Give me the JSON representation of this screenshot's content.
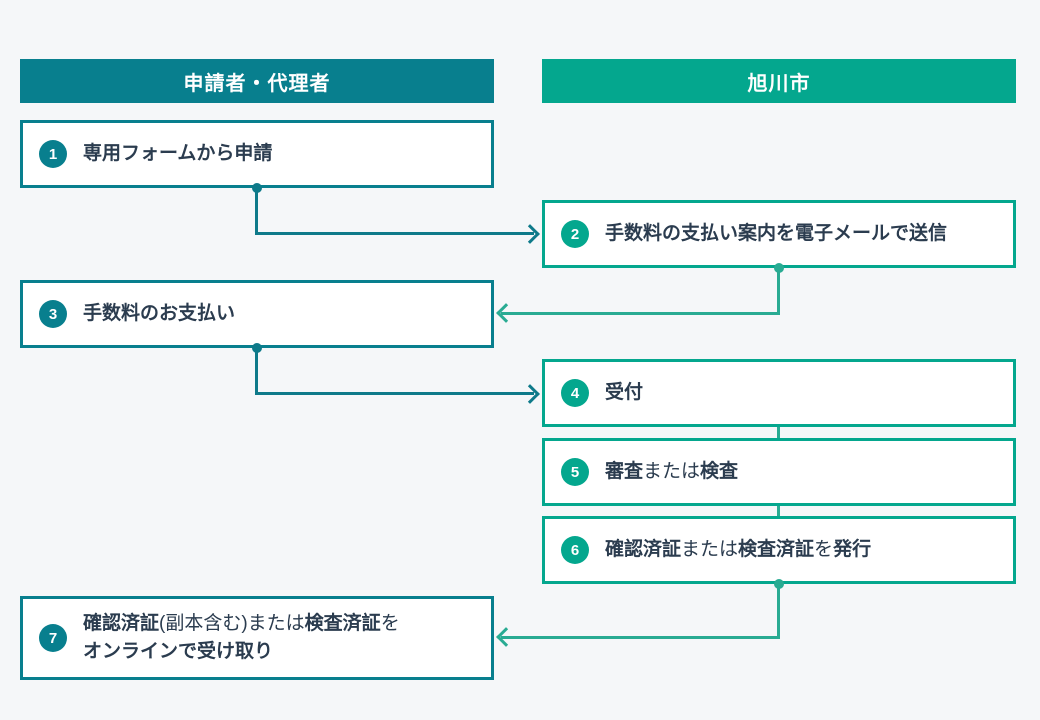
{
  "colors": {
    "background": "#f5f7f9",
    "applicant_teal": "#087f8e",
    "city_green": "#04a78e",
    "teal_line": "#0e7a8a",
    "green_line": "#29ab93",
    "text": "#2b3c4f",
    "box_background": "#ffffff"
  },
  "headers": {
    "applicant": "申請者・代理者",
    "city": "旭川市"
  },
  "steps": [
    {
      "number": "1",
      "column": "applicant",
      "segments": [
        {
          "text": "専用フォームから申請",
          "bold": true
        }
      ]
    },
    {
      "number": "2",
      "column": "city",
      "segments": [
        {
          "text": "手数料の支払い案内を電子メールで送信",
          "bold": true
        }
      ]
    },
    {
      "number": "3",
      "column": "applicant",
      "segments": [
        {
          "text": "手数料のお支払い",
          "bold": true
        }
      ]
    },
    {
      "number": "4",
      "column": "city",
      "segments": [
        {
          "text": "受付",
          "bold": true
        }
      ]
    },
    {
      "number": "5",
      "column": "city",
      "segments": [
        {
          "text": "審査",
          "bold": true
        },
        {
          "text": "または",
          "bold": false
        },
        {
          "text": "検査",
          "bold": true
        }
      ]
    },
    {
      "number": "6",
      "column": "city",
      "segments": [
        {
          "text": "確認済証",
          "bold": true
        },
        {
          "text": "または",
          "bold": false
        },
        {
          "text": "検査済証",
          "bold": true
        },
        {
          "text": "を",
          "bold": false
        },
        {
          "text": "発行",
          "bold": true
        }
      ]
    },
    {
      "number": "7",
      "column": "applicant",
      "segments": [
        {
          "text": "確認済証",
          "bold": true
        },
        {
          "text": "(副本含む)または",
          "bold": false
        },
        {
          "text": "検査済証",
          "bold": true
        },
        {
          "text": "を",
          "bold": false
        },
        {
          "break": true
        },
        {
          "text": "オンラインで受け取り",
          "bold": true
        }
      ]
    }
  ],
  "connectors": [
    {
      "from": "1",
      "to": "2",
      "style": "down-right-arrow"
    },
    {
      "from": "2",
      "to": "3",
      "style": "down-left-arrow"
    },
    {
      "from": "3",
      "to": "4",
      "style": "down-right-arrow"
    },
    {
      "from": "4",
      "to": "5",
      "style": "straight-down"
    },
    {
      "from": "5",
      "to": "6",
      "style": "straight-down"
    },
    {
      "from": "6",
      "to": "7",
      "style": "down-left-arrow"
    }
  ]
}
